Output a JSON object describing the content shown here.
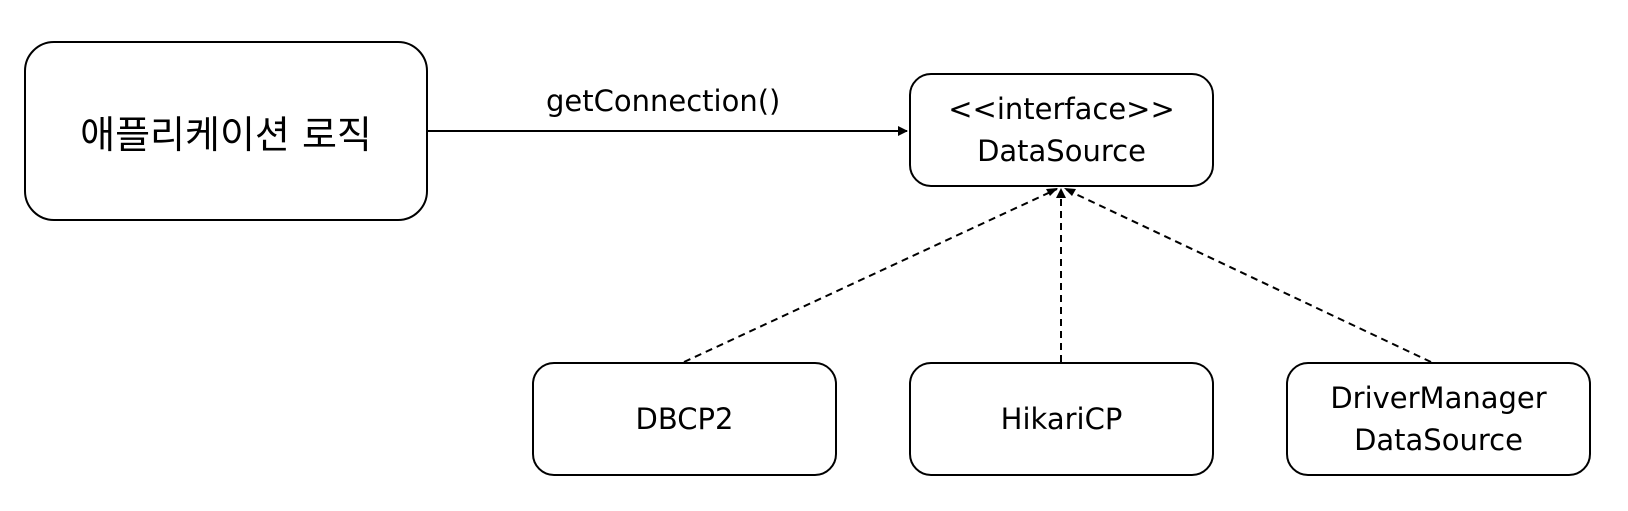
{
  "diagram": {
    "nodes": {
      "app": {
        "label": "애플리케이션 로직"
      },
      "datasource": {
        "stereotype": "<<interface>>",
        "label": "DataSource"
      },
      "dbcp2": {
        "label": "DBCP2"
      },
      "hikari": {
        "label": "HikariCP"
      },
      "dmds": {
        "label_line1": "DriverManager",
        "label_line2": "DataSource"
      }
    },
    "edges": {
      "call": {
        "label": "getConnection()"
      }
    },
    "colors": {
      "stroke": "#000000",
      "background": "#ffffff"
    }
  }
}
